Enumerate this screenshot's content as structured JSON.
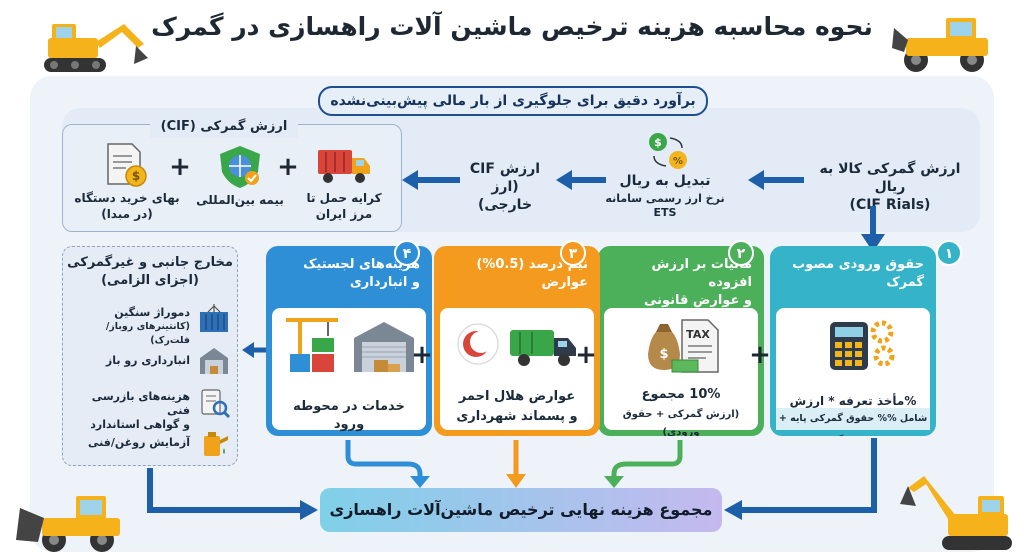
{
  "title": "نحوه محاسبه هزینه ترخیص ماشین آلات راهسازی در گمرک",
  "subtitle": "برآورد دقیق برای جلوگیری از بار مالی پیش‌بینی‌نشده",
  "cif_section": {
    "title": "ارزش گمرکی (CIF)",
    "items": [
      {
        "label_line1": "کرایه حمل تا",
        "label_line2": "مرز ایران",
        "icon": "truck-icon"
      },
      {
        "label_line1": "بیمه بین‌المللی",
        "label_line2": "",
        "icon": "shield-icon"
      },
      {
        "label_line1": "بهای خرید دستگاه",
        "label_line2": "(در مبدا)",
        "icon": "invoice-icon"
      }
    ],
    "plus": "+"
  },
  "flow": {
    "cif_value_line1": "ارزش CIF",
    "cif_value_line2": "(ارز خارجی)",
    "convert_title": "تبدیل به ریال",
    "convert_sub_line1": "نرخ ارز رسمی سامانه",
    "convert_sub_line2": "ETS",
    "customs_rial_line1": "ارزش گمرکی کالا به ریال",
    "customs_rial_line2": "(CIF Rials)"
  },
  "cards": [
    {
      "number": "۱",
      "title_line1": "حقوق ورودی مصوب گمرک",
      "title_line2": "",
      "body_line1": "%مأخذ تعرفه * ارزش ریالی کالا",
      "body_line2": "",
      "note": "شامل %% حقوق گمرکی پایه + سود بازرگانی",
      "color": "#35b3c9",
      "icon": "calculator-gear-icon"
    },
    {
      "number": "۲",
      "title_line1": "مالیات بر ارزش افزوده",
      "title_line2": "و عوارض قانونی",
      "body_line1": "10% مجموع",
      "body_line2": "(ارزش گمرکی + حقوق ورودی)",
      "note": "",
      "color": "#4cb05a",
      "icon": "tax-money-icon"
    },
    {
      "number": "۳",
      "title_line1": "نیم درصد (0.5%)",
      "title_line2": "عوارض",
      "body_line1": "عوارض هلال احمر",
      "body_line2": "و پسماند شهرداری",
      "note": "",
      "color": "#f39a1f",
      "icon": "red-crescent-garbage-truck-icon"
    },
    {
      "number": "۴",
      "title_line1": "هزینه‌های لجستیک",
      "title_line2": "و انبارداری",
      "body_line1": "خدمات در محوطه ورود",
      "body_line2": "",
      "note": "",
      "color": "#2e8fd6",
      "icon": "crane-warehouse-icon"
    }
  ],
  "side": {
    "title_line1": "مخارج جانبی و غیرگمرکی",
    "title_line2": "(اجزای الزامی)",
    "items": [
      {
        "line1": "دموراژ سنگین",
        "line2": "(کانتینرهای روباز/فلت‌رک)",
        "icon": "container-icon"
      },
      {
        "line1": "انبارداری رو باز",
        "line2": "",
        "icon": "warehouse-icon"
      },
      {
        "line1": "هزینه‌های بازرسی فنی",
        "line2": "و گواهی استاندارد",
        "icon": "inspection-icon"
      },
      {
        "line1": "آزمایش روغن/فنی",
        "line2": "",
        "icon": "oil-can-icon"
      }
    ]
  },
  "final_total": "مجموع هزینه نهایی ترخیص ماشین‌آلات راهسازی",
  "colors": {
    "arrow_blue": "#1d5fa8",
    "teal": "#35b3c9",
    "green": "#4cb05a",
    "orange": "#f39a1f",
    "blue": "#2e8fd6",
    "machine_yellow": "#f5b21b"
  }
}
